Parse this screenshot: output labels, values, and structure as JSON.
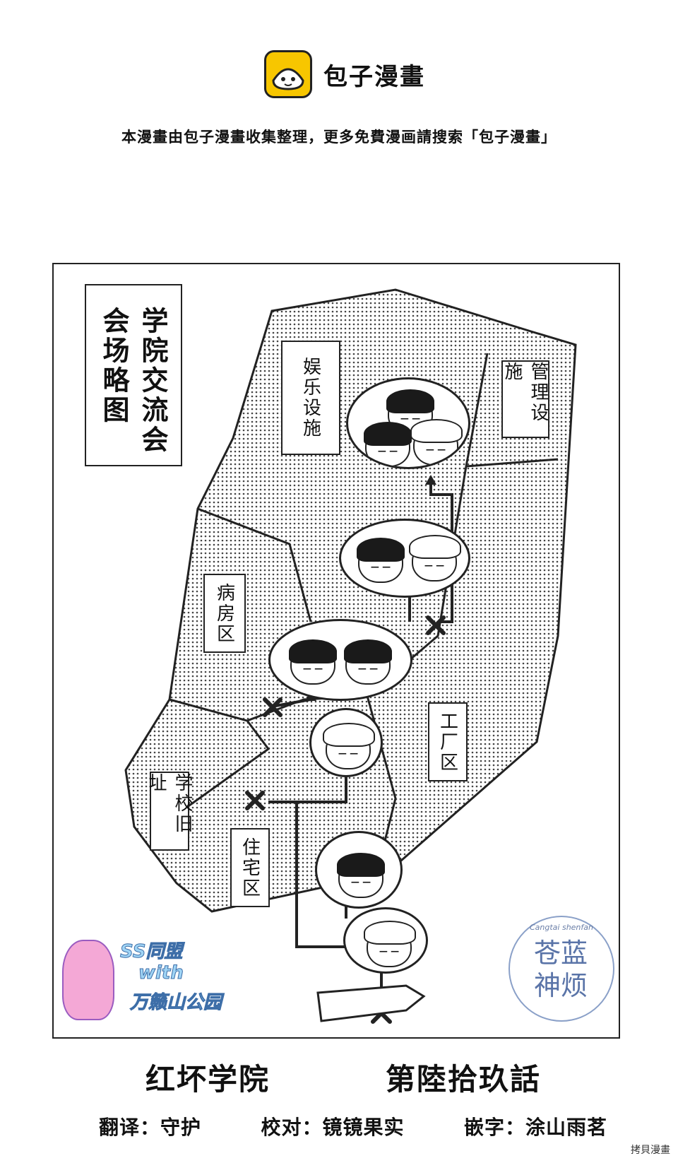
{
  "header": {
    "brand": "包子漫畫",
    "notice": "本漫畫由包子漫畫收集整理，更多免費漫画請搜索「包子漫畫」"
  },
  "map": {
    "title": "学院交流会会场略图",
    "areas": {
      "entertainment": "娱乐设施",
      "management": "管理设施",
      "ward": "病房区",
      "factory": "工厂区",
      "old_school": "学校旧址",
      "residential": "住宅区"
    }
  },
  "stamps": {
    "left": {
      "line1": "SS同盟",
      "line2": "with",
      "line3": "万籁山公园"
    },
    "right": {
      "ring": "Cangtai shenfan",
      "chars": "苍蓝神烦"
    }
  },
  "footer": {
    "series": "红坏学院",
    "chapter": "第陸拾玖話",
    "credits": [
      {
        "role": "翻译：",
        "name": "守护"
      },
      {
        "role": "校对：",
        "name": "镜镜果实"
      },
      {
        "role": "嵌字：",
        "name": "涂山雨茗"
      }
    ]
  },
  "watermark": "拷貝漫畫"
}
